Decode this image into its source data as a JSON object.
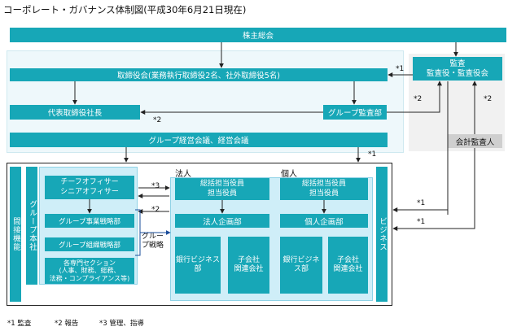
{
  "title": "コーポレート・ガバナンス体制図(平成30年6月21日現在)",
  "shareholders": "株主総会",
  "board": "取締役会(業務執行取締役2名、社外取締役5名)",
  "audit_header": "監査",
  "auditors": "監査役・監査役会",
  "president": "代表取締役社長",
  "group_audit": "グループ監査部",
  "mgmt_meeting": "グループ経営会議、経営会議",
  "accounting_auditor": "会計監査人",
  "indirect_function": "間接機能",
  "group_hq": "グループ本社",
  "chief_officers": "チーフオフィサー\nシニアオフィサー",
  "group_business_strategy": "グループ事業戦略部",
  "group_org_strategy": "グループ組織戦略部",
  "expert_sections": "各専門セクション\n(人事、財務、総務、\n法務・コンプライアンス等)",
  "group_strategy_label": "グループ戦略",
  "corporate_header": "法人",
  "individual_header": "個人",
  "corp_exec": "総括担当役員\n担当役員",
  "indiv_exec": "総括担当役員\n担当役員",
  "corp_planning": "法人企画部",
  "indiv_planning": "個人企画部",
  "corp_bank_business": "銀行ビジネス\n部",
  "corp_subsidiaries": "子会社\n関連会社",
  "indiv_bank_business": "銀行ビジネ\nス部",
  "indiv_subsidiaries": "子会社\n関連会社",
  "business": "ビジネス",
  "notes": {
    "n1": "*1 監査",
    "n2": "*2 報告",
    "n3": "*3 管理、指導"
  },
  "marks": {
    "m1": "*1",
    "m2": "*2",
    "m3": "*3"
  },
  "colors": {
    "teal": "#17a7b7",
    "pale_teal": "#c8eef5",
    "pale_blue": "#cfeef8",
    "gray": "#cfcfcf",
    "navy": "#1a2d6b"
  }
}
